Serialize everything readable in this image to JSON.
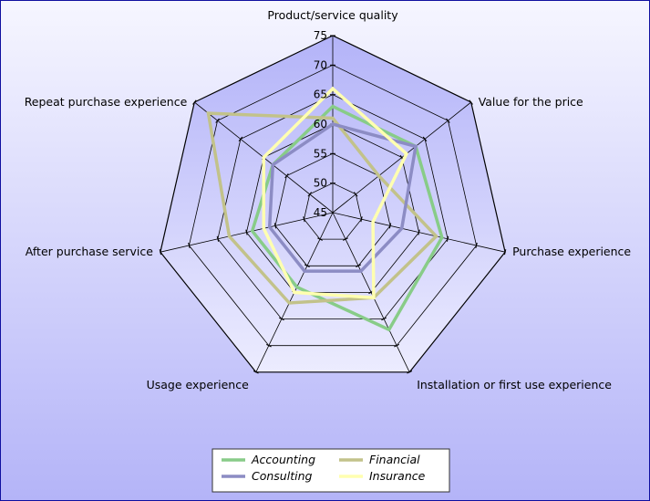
{
  "chart_data": {
    "type": "radar",
    "axes": [
      "Product/service quality",
      "Value for the price",
      "Purchase experience",
      "Installation or first use experience",
      "Usage experience",
      "After purchase service",
      "Repeat purchase experience"
    ],
    "rlim": [
      45,
      75
    ],
    "ticks": [
      "45",
      "50",
      "55",
      "60",
      "65",
      "70",
      "75"
    ],
    "grid": true,
    "legend_position": "bottom",
    "series": [
      {
        "name": "Accounting",
        "color": "#88cc88",
        "values": [
          63,
          63,
          64,
          67,
          59,
          59,
          58
        ]
      },
      {
        "name": "Financial",
        "color": "#c2c28a",
        "values": [
          61,
          55,
          63,
          61,
          62,
          63,
          72
        ]
      },
      {
        "name": "Consulting",
        "color": "#8c8cc4",
        "values": [
          60,
          63,
          57,
          56,
          56,
          56,
          58
        ]
      },
      {
        "name": "Insurance",
        "color": "#ffffb0",
        "values": [
          66,
          61,
          52,
          61,
          60,
          57,
          60
        ]
      }
    ],
    "colors": {
      "background_top": "#f6f6ff",
      "background_bottom": "#b4b4f8",
      "web_fill": "#b0b0f8",
      "grid_line": "#000000"
    }
  }
}
